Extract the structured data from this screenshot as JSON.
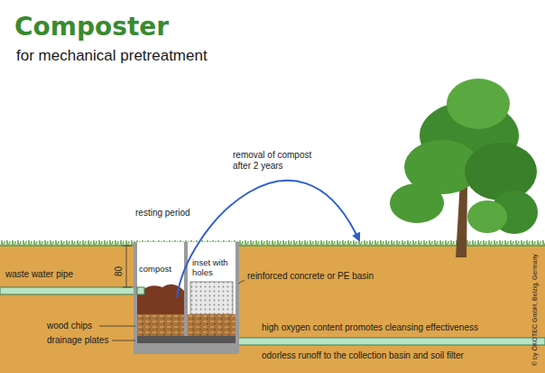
{
  "diagram": {
    "title": "Composter",
    "labels": [
      "for mechanical pretreatment",
      "removal of compost after 2 years",
      "resting period",
      "80",
      "waste water pipe",
      "compost",
      "inset with holes",
      "reinforced concrete or PE basin",
      "wood chips",
      "drainage plates",
      "high oxygen content promotes cleansing effectiveness",
      "odorless runoff to the collection basin and soil filter",
      "© by ÖKOTEC GmbH, Belzig, Germany"
    ]
  }
}
